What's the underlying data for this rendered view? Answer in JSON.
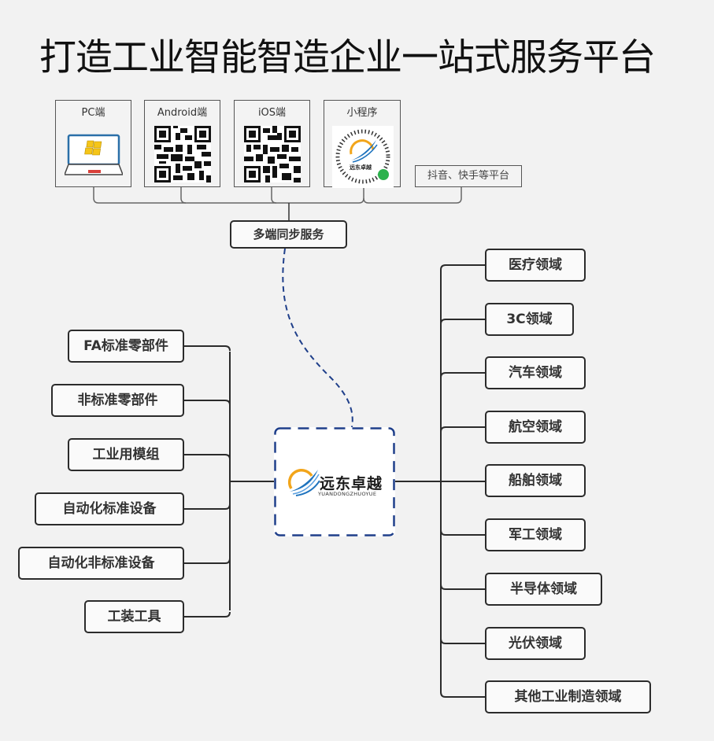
{
  "title": "打造工业智能智造企业一站式服务平台",
  "platforms": [
    {
      "label": "PC端",
      "icon": "laptop-windows-icon"
    },
    {
      "label": "Android端",
      "icon": "qr-code-icon"
    },
    {
      "label": "iOS端",
      "icon": "qr-code-icon"
    },
    {
      "label": "小程序",
      "icon": "mini-program-code-icon"
    }
  ],
  "extra_platform": "抖音、快手等平台",
  "sync_service": "多端同步服务",
  "center": {
    "brand": "远东卓越",
    "brand_en": "YUANDONGZHUOYUE",
    "mini_brand": "远东卓越"
  },
  "products": [
    "FA标准零部件",
    "非标准零部件",
    "工业用模组",
    "自动化标准设备",
    "自动化非标准设备",
    "工装工具"
  ],
  "fields": [
    "医疗领域",
    "3C领域",
    "汽车领域",
    "航空领域",
    "船舶领域",
    "军工领域",
    "半导体领域",
    "光伏领域",
    "其他工业制造领域"
  ],
  "colors": {
    "background": "#f2f2f2",
    "dashed_connector": "#1f3f8a",
    "logo_blue": "#1e73be",
    "logo_orange": "#f2a51a",
    "win_yellow": "#f5c518",
    "laptop_blue": "#2a6fa8",
    "laptop_red": "#d9403a",
    "mini_green": "#2bb24c"
  }
}
